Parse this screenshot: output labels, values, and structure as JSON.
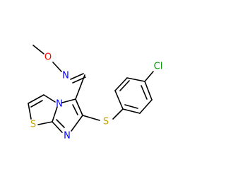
{
  "atoms": {
    "O": {
      "label": "O",
      "color": "#ff0000"
    },
    "N_oxime": {
      "label": "N",
      "color": "#0000ff"
    },
    "N_bridge": {
      "label": "N",
      "color": "#0000ff"
    },
    "N_ring": {
      "label": "N",
      "color": "#0000ff"
    },
    "S_ring": {
      "label": "S",
      "color": "#c9a400"
    },
    "S_link": {
      "label": "S",
      "color": "#c9a400"
    },
    "Cl": {
      "label": "Cl",
      "color": "#00a000"
    }
  },
  "colors": {
    "bond": "#000000",
    "background": "#ffffff"
  }
}
